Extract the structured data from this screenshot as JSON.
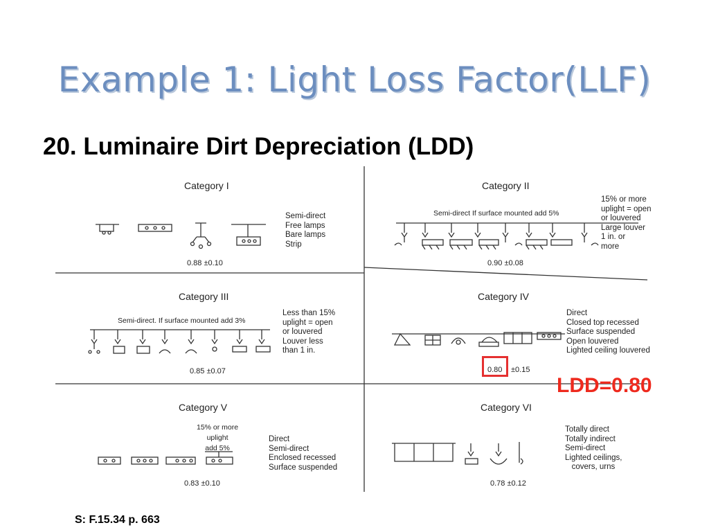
{
  "slide": {
    "title": "Example 1: Light Loss Factor(LLF)",
    "subtitle": "20. Luminaire Dirt Depreciation (LDD)",
    "result": "LDD=0.80",
    "source": "S: F.15.34  p. 663",
    "highlight_color": "#e53030",
    "result_color": "#ee2a1e",
    "title_color": "#6c8ebf"
  },
  "figure": {
    "cat1": {
      "title": "Category I",
      "desc": "Semi-direct\nFree lamps\nBare lamps\nStrip",
      "value": "0.88 ±0.10"
    },
    "cat2": {
      "title": "Category II",
      "note": "Semi-direct  If surface mounted add 5%",
      "desc": "15% or more\nuplight = open\nor louvered\nLarge louver\n1 in. or\nmore",
      "value": "0.90 ±0.08"
    },
    "cat3": {
      "title": "Category III",
      "note": "Semi-direct. If surface mounted add 3%",
      "desc": "Less than 15%\nuplight = open\nor louvered\nLouver less\nthan 1 in.",
      "value": "0.85 ±0.07"
    },
    "cat4": {
      "title": "Category IV",
      "desc": "Direct\nClosed top recessed\nSurface suspended\nOpen louvered\nLighted ceiling louvered",
      "value_main": "0.80",
      "value_tol": "±0.15"
    },
    "cat5": {
      "title": "Category V",
      "note": "15% or more\nuplight\nadd 5%",
      "desc": "Direct\nSemi-direct\nEnclosed recessed\nSurface suspended",
      "value": "0.83 ±0.10"
    },
    "cat6": {
      "title": "Category VI",
      "desc": "Totally direct\nTotally indirect\nSemi-direct\nLighted ceilings,\n   covers, urns",
      "value": "0.78 ±0.12"
    }
  }
}
